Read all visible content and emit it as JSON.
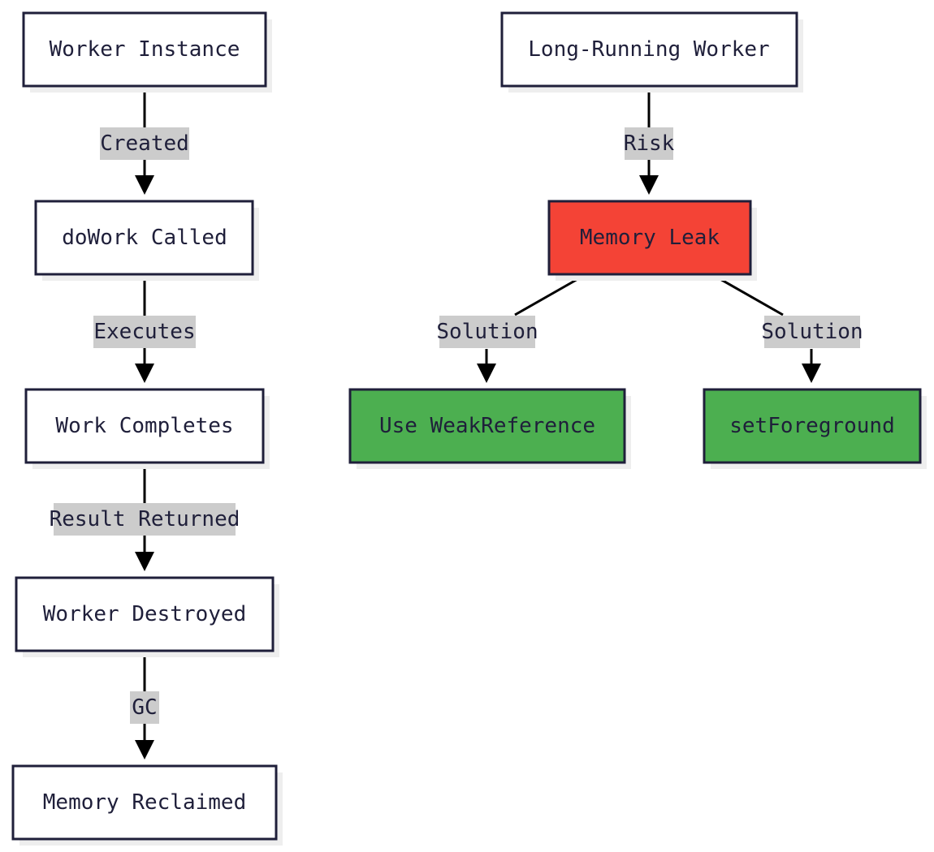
{
  "colors": {
    "node_fill": "#ffffff",
    "node_stroke": "#1f1f3a",
    "leak_fill": "#f44336",
    "solution_fill": "#4caf50",
    "edge": "#000000",
    "label_bg": "#cccccc",
    "shadow": "#eeeeee",
    "text": "#1f1f3a"
  },
  "nodes": {
    "worker_instance": "Worker Instance",
    "dowork_called": "doWork Called",
    "work_completes": "Work Completes",
    "worker_destroyed": "Worker Destroyed",
    "memory_reclaimed": "Memory Reclaimed",
    "long_running_worker": "Long-Running Worker",
    "memory_leak": "Memory Leak",
    "use_weakreference": "Use WeakReference",
    "setforeground": "setForeground"
  },
  "edges": {
    "created": "Created",
    "executes": "Executes",
    "result_returned": "Result Returned",
    "gc": "GC",
    "risk": "Risk",
    "solution_weakref": "Solution",
    "solution_foreground": "Solution"
  }
}
